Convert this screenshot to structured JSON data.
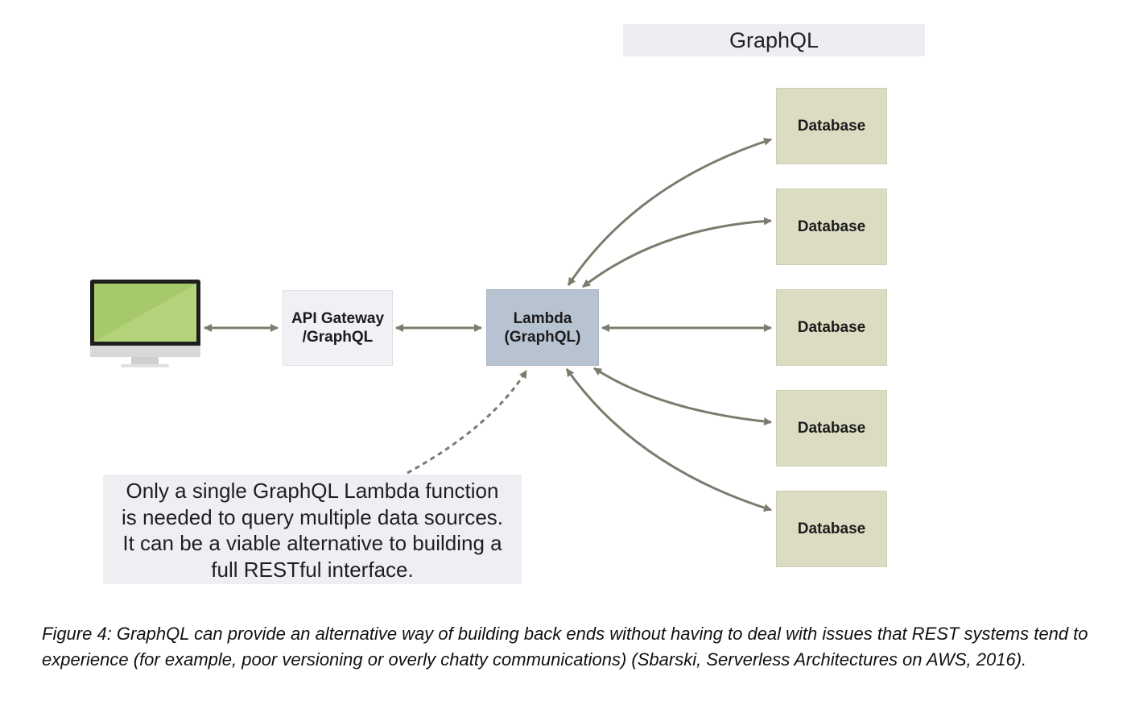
{
  "header": {
    "label": "GraphQL"
  },
  "nodes": {
    "gateway": {
      "label": "API Gateway\n/GraphQL"
    },
    "lambda": {
      "label": "Lambda\n(GraphQL)"
    },
    "databases": [
      "Database",
      "Database",
      "Database",
      "Database",
      "Database"
    ]
  },
  "note": {
    "text": "Only a single GraphQL Lambda function\nis needed to query multiple data sources.\nIt can be a viable alternative to building a\nfull RESTful interface."
  },
  "caption": {
    "text": "Figure 4: GraphQL can provide an alternative way of building back ends without having to deal with issues that REST systems tend to experience (for example, poor versioning or overly chatty communications) (Sbarski, Serverless Architectures on AWS, 2016)."
  },
  "colors": {
    "arrow": "#7b7c6d",
    "lambda_fill": "#b8c3d2",
    "database_fill": "#dcdcc3",
    "label_fill": "#efeef3",
    "monitor_screen": "#a6c96a"
  },
  "icons": {
    "client": "desktop-monitor-icon"
  }
}
